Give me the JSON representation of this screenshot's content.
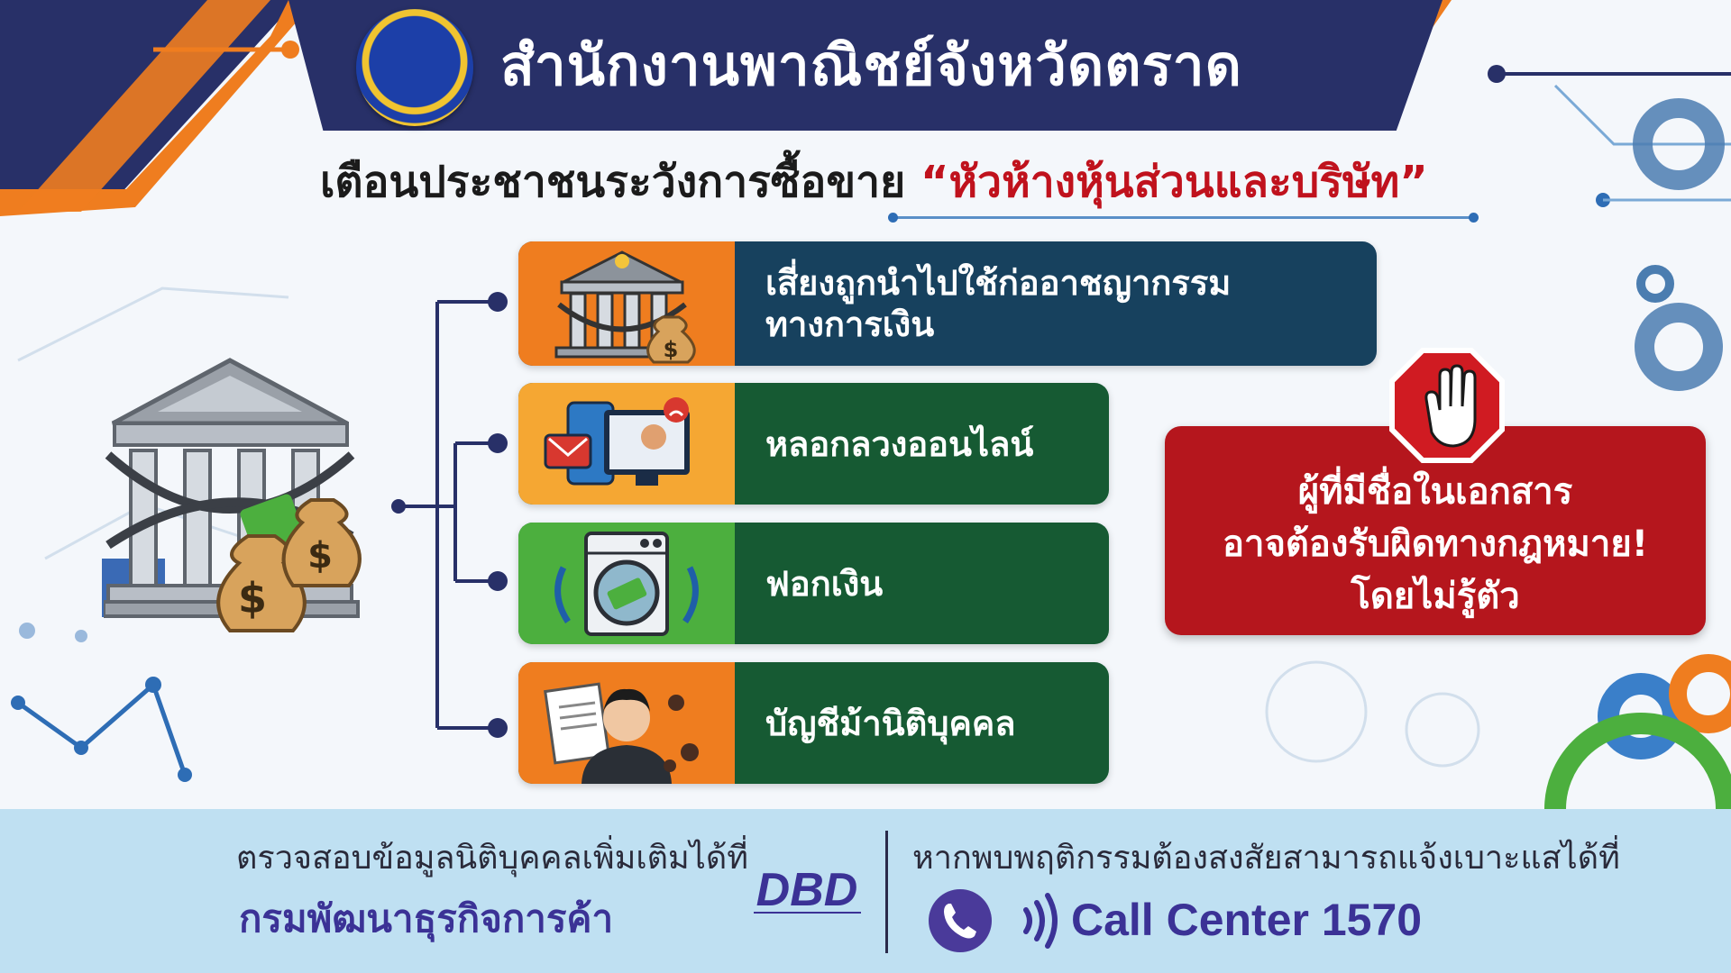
{
  "header": {
    "title": "สำนักงานพาณิชย์จังหวัดตราด",
    "seal_icon": "government-seal-icon"
  },
  "subtitle": {
    "lead": "เตือนประชาชนระวังการซื้อขาย ",
    "emphasis": "“หัวห้างหุ้นส่วนและบริษัท”"
  },
  "main_icon": "chained-bank-with-money-bags-icon",
  "risks": [
    {
      "label": "เสี่ยงถูกนำไปใช้ก่ออาชญากรรม ทางการเงิน",
      "line1": "เสี่ยงถูกนำไปใช้ก่ออาชญากรรม",
      "line2": "ทางการเงิน",
      "icon": "chained-bank-icon"
    },
    {
      "label": "หลอกลวงออนไลน์",
      "icon": "online-scam-icon"
    },
    {
      "label": "ฟอกเงิน",
      "icon": "washing-machine-money-icon"
    },
    {
      "label": "บัญชีม้านิติบุคคล",
      "icon": "mule-account-person-icon"
    }
  ],
  "warning": {
    "line1": "ผู้ที่มีชื่อในเอกสาร",
    "line2": "อาจต้องรับผิดทางกฎหมาย!",
    "line3": "โดยไม่รู้ตัว",
    "icon": "stop-hand-icon"
  },
  "footer": {
    "check_text": "ตรวจสอบข้อมูลนิติบุคคลเพิ่มเติมได้ที่",
    "department": "กรมพัฒนาธุรกิจการค้า",
    "logo_text": "DBD",
    "report_text": "หากพบพฤติกรรมต้องสงสัยสามารถแจ้งเบาะแสได้ที่",
    "call_center": "Call Center 1570",
    "phone_icon": "phone-icon"
  },
  "colors": {
    "navy": "#283068",
    "accent_red": "#c0121d",
    "card_blue": "#17415e",
    "card_green": "#165a33",
    "orange": "#ef7d1f",
    "warning_red": "#b5161d",
    "footer_bg": "#bfe0f2",
    "footer_text_purple": "#3b3296"
  }
}
